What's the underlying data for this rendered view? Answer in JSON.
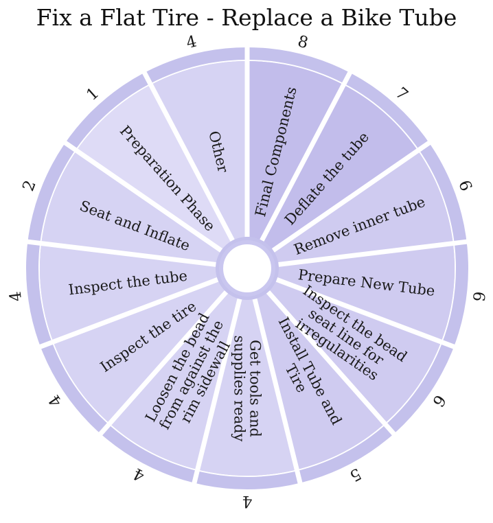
{
  "title": "Fix a Flat Tire - Replace a Bike Tube",
  "colors": {
    "base": "#c9c6ef",
    "ring": "#c4c1ec",
    "lightest": "#dedbf6",
    "light": "#d6d3f3",
    "mid": "#cfcbf0",
    "dark": "#c2bdeb",
    "separator": "#ffffff",
    "text": "#1a1a1a"
  },
  "segments": [
    {
      "label": [
        "Final Components"
      ],
      "number": "8",
      "shade": "dark"
    },
    {
      "label": [
        "Deflate the tube"
      ],
      "number": "7",
      "shade": "dark"
    },
    {
      "label": [
        "Remove inner tube"
      ],
      "number": "6",
      "shade": "mid"
    },
    {
      "label": [
        "Prepare New Tube"
      ],
      "number": "6",
      "shade": "mid"
    },
    {
      "label": [
        "Inspect the bead",
        "seat line for",
        "irregularities"
      ],
      "number": "6",
      "shade": "mid"
    },
    {
      "label": [
        "Install Tube and",
        "Tire"
      ],
      "number": "5",
      "shade": "mid"
    },
    {
      "label": [
        "Get tools and",
        "supplies ready"
      ],
      "number": "4",
      "shade": "light"
    },
    {
      "label": [
        "Loosen the bead",
        "from against the",
        "rim sidewall"
      ],
      "number": "4",
      "shade": "light"
    },
    {
      "label": [
        "Inspect the tire"
      ],
      "number": "4",
      "shade": "light"
    },
    {
      "label": [
        "Inspect the tube"
      ],
      "number": "4",
      "shade": "light"
    },
    {
      "label": [
        "Seat and Inflate"
      ],
      "number": "2",
      "shade": "light"
    },
    {
      "label": [
        "Preparation Phase"
      ],
      "number": "1",
      "shade": "lightest"
    },
    {
      "label": [
        "Other"
      ],
      "number": "4",
      "shade": "light"
    }
  ]
}
